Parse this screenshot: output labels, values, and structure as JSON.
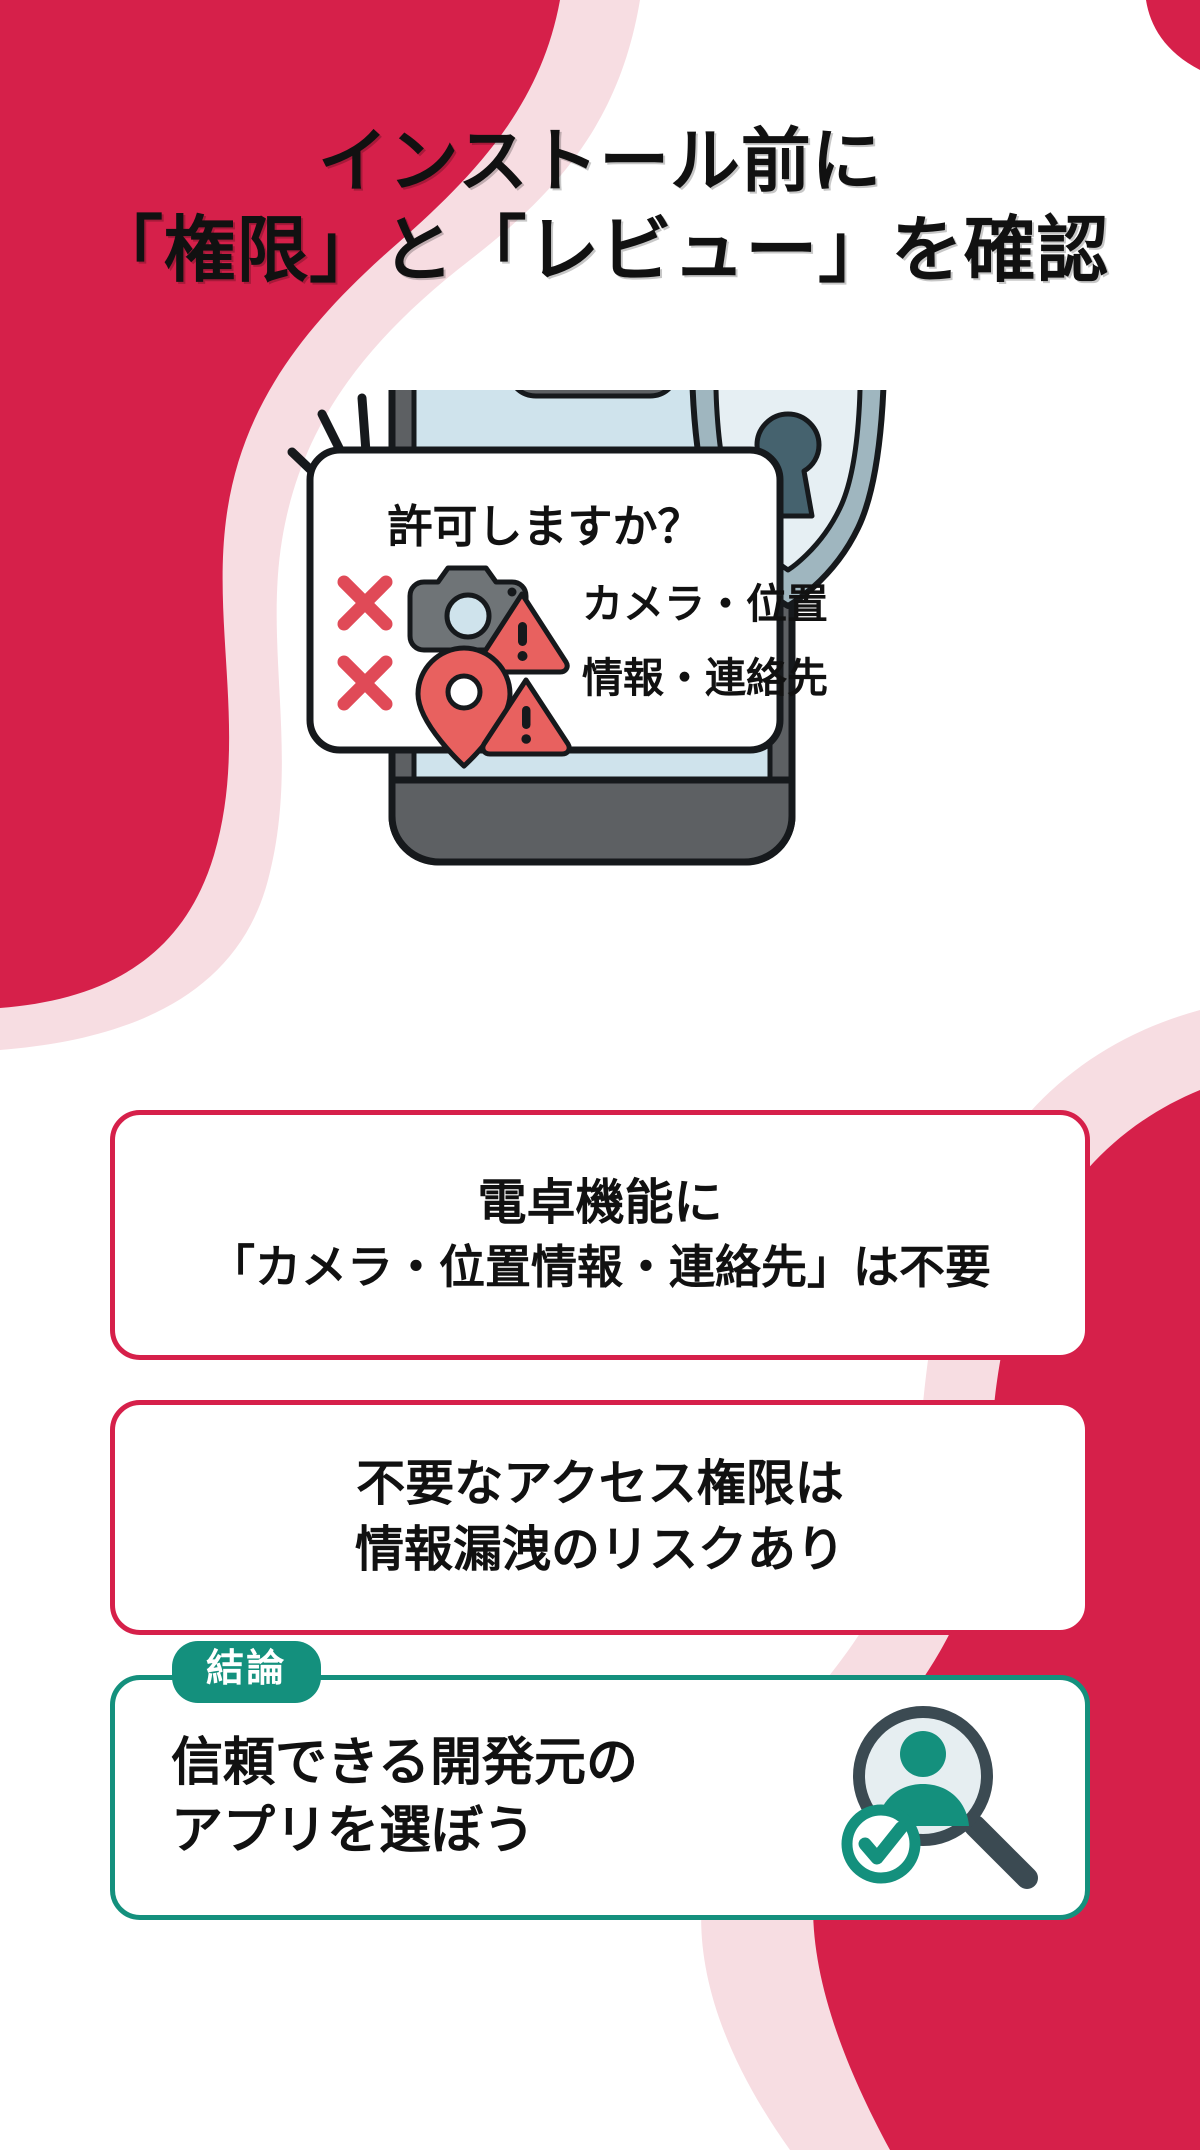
{
  "theme": {
    "brand_crimson": "#d6204a",
    "brand_pink_light": "#f7dde2",
    "brand_teal": "#14907d",
    "text_dark": "#111111",
    "phone_body": "#5d6063",
    "phone_screen": "#cfe3ec",
    "shield_light": "#dfeaef",
    "shield_mid": "#9fb6bf",
    "warn_red": "#e8615f",
    "x_red": "#e04a57"
  },
  "header": {
    "title_line_1": "インストール前に",
    "title_line_2": "「権限」と「レビュー」を確認"
  },
  "hero": {
    "shield_icon": "shield-lock-icon",
    "phone_icon": "smartphone-icon",
    "burst_icon": "alert-burst-icon",
    "dialog": {
      "title": "許可しますか？",
      "rows": [
        {
          "deny_mark": "×",
          "icon": "camera-icon",
          "warn_icon": "warning-triangle-icon",
          "label": "カメラ・位置"
        },
        {
          "deny_mark": "×",
          "icon": "location-pin-icon",
          "warn_icon": "warning-triangle-icon",
          "label": "情報・連絡先"
        }
      ]
    }
  },
  "cards": [
    {
      "style": "crimson",
      "line_1": "電卓機能に",
      "line_2": "「カメラ・位置情報・連絡先」は不要"
    },
    {
      "style": "crimson",
      "line_1": "不要なアクセス権限は",
      "line_2": "情報漏洩のリスクあり"
    }
  ],
  "conclusion": {
    "badge": "結論",
    "line_1": "信頼できる開発元の",
    "line_2": "アプリを選ぼう",
    "icon": "magnifier-person-check-icon"
  }
}
